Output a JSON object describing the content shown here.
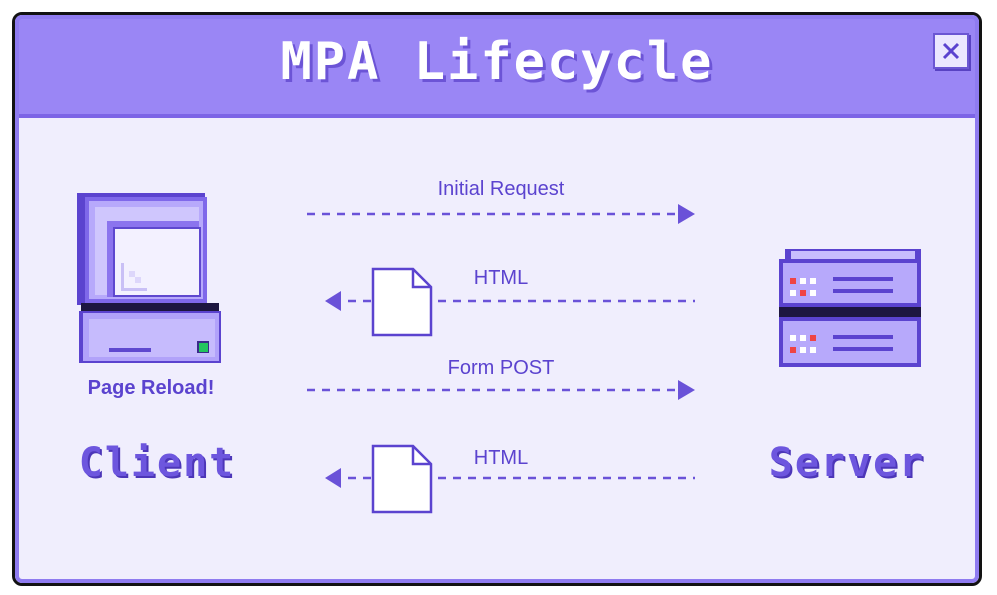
{
  "window": {
    "title": "MPA Lifecycle",
    "close_symbol": "✕"
  },
  "client": {
    "label": "Client",
    "note": "Page Reload!",
    "icon": "computer-icon"
  },
  "server": {
    "label": "Server",
    "icon": "server-icon"
  },
  "flows": [
    {
      "label": "Initial Request",
      "direction": "client-to-server",
      "payload": "none"
    },
    {
      "label": "HTML",
      "direction": "server-to-client",
      "payload": "document-icon"
    },
    {
      "label": "Form POST",
      "direction": "client-to-server",
      "payload": "none"
    },
    {
      "label": "HTML",
      "direction": "server-to-client",
      "payload": "document-icon"
    }
  ],
  "colors": {
    "titlebar": "#9a86f5",
    "accent": "#6d56de",
    "background": "#f0eefd"
  }
}
